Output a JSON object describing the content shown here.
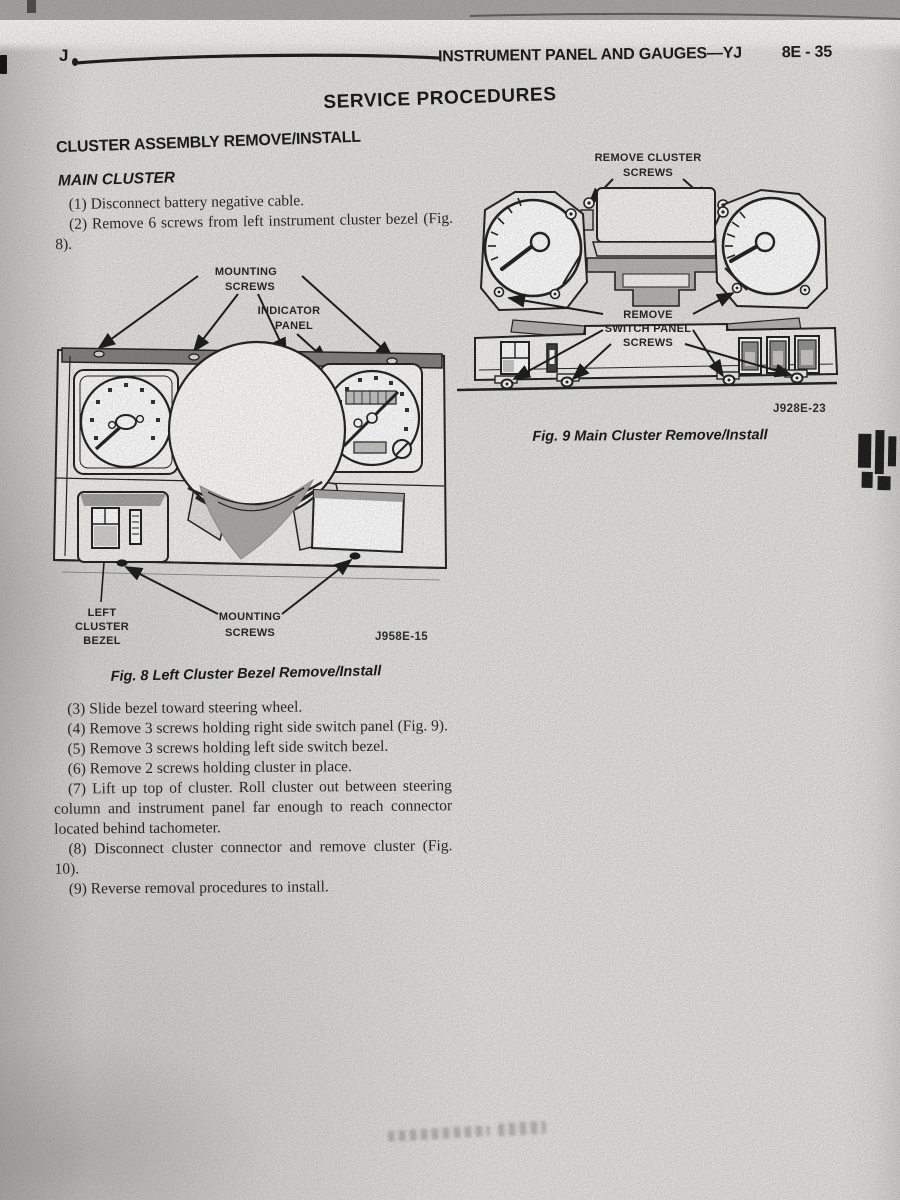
{
  "header": {
    "margin_letter": "J",
    "title": "INSTRUMENT PANEL AND GAUGES—YJ",
    "page_number": "8E - 35"
  },
  "section_title": "SERVICE PROCEDURES",
  "procedure": {
    "heading": "CLUSTER ASSEMBLY REMOVE/INSTALL",
    "subheading": "MAIN CLUSTER",
    "steps_before_figure": [
      "(1) Disconnect battery negative cable.",
      "(2) Remove 6 screws from left instrument cluster bezel (Fig. 8)."
    ],
    "steps_after_figure": [
      "(3) Slide bezel toward steering wheel.",
      "(4) Remove 3 screws holding right side switch panel (Fig. 9).",
      "(5) Remove 3 screws holding left side switch bezel.",
      "(6) Remove 2 screws holding cluster in place.",
      "(7) Lift up top of cluster. Roll cluster out between steering column and instrument panel far enough to reach connector located behind tachometer.",
      "(8) Disconnect cluster connector and remove cluster (Fig. 10).",
      "(9) Reverse removal procedures to install."
    ]
  },
  "figure8": {
    "labels": {
      "mounting_screws_top": {
        "line1": "MOUNTING",
        "line2": "SCREWS"
      },
      "indicator_panel": {
        "line1": "INDICATOR",
        "line2": "PANEL"
      },
      "left_cluster_bezel": {
        "line1": "LEFT",
        "line2": "CLUSTER",
        "line3": "BEZEL"
      },
      "mounting_screws_bottom": {
        "line1": "MOUNTING",
        "line2": "SCREWS"
      },
      "code": "J958E-15"
    },
    "caption": "Fig. 8 Left Cluster Bezel Remove/Install"
  },
  "figure9": {
    "labels": {
      "remove_cluster_screws": {
        "line1": "REMOVE CLUSTER",
        "line2": "SCREWS"
      },
      "remove_switch_panel_screws": {
        "line1": "REMOVE",
        "line2": "SWITCH PANEL",
        "line3": "SCREWS"
      },
      "code": "J928E-23"
    },
    "caption": "Fig. 9 Main Cluster Remove/Install"
  },
  "colors": {
    "ink": "#1b1b1a",
    "paper": "#e3e2de",
    "shade_gray": "#b3b2af"
  }
}
